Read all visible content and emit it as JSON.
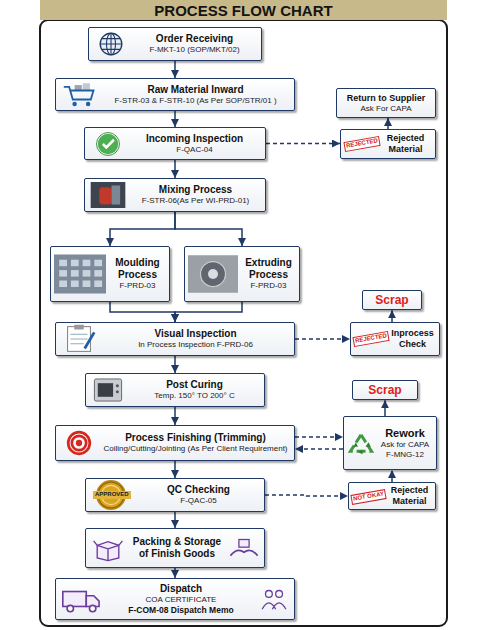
{
  "diagram": {
    "title": "PROCESS FLOW CHART",
    "nodes": [
      {
        "text": [
          "Order Receiving",
          "F-MKT-10 (SOP/MKT/02)"
        ]
      },
      {
        "text": [
          "Raw Material Inward",
          "F-STR-03 & F-STR-10 (As Per SOP/STR/01 )"
        ]
      },
      {
        "text": [
          "Return to Supplier",
          "Ask For CAPA"
        ]
      },
      {
        "text": [
          "Incoming Inspection",
          "F-QAC-04"
        ]
      },
      {
        "text": [
          "Rejected Material"
        ]
      },
      {
        "text": [
          "Mixing Process",
          "F-STR-06(As Per WI-PRD-01)"
        ]
      },
      {
        "text": [
          "Moulding Process",
          "F-PRD-03"
        ]
      },
      {
        "text": [
          "Extruding Process",
          "F-PRD-03"
        ]
      },
      {
        "text": [
          "Scrap"
        ]
      },
      {
        "text": [
          "Visual Inspection",
          "In Process Inspection F-PRD-06"
        ]
      },
      {
        "text": [
          "Inprocess Check"
        ]
      },
      {
        "text": [
          "Post Curing",
          "Temp. 150° TO 200° C"
        ]
      },
      {
        "text": [
          "Scrap"
        ]
      },
      {
        "text": [
          "Process Finishing (Trimming)",
          "Coiling/Cutting/Jointing (As Per Client Requirement)"
        ]
      },
      {
        "text": [
          "Rework",
          "Ask for CAPA",
          "F-MNG-12"
        ]
      },
      {
        "text": [
          "QC Checking",
          "F-QAC-05"
        ]
      },
      {
        "text": [
          "Rejected Material"
        ]
      },
      {
        "text": [
          "Packing & Storage of Finish Goods"
        ]
      },
      {
        "text": [
          "Dispatch",
          "COA CERTIFICATE",
          "F-COM-08 Dispatch Memo"
        ]
      }
    ],
    "edges": [
      {
        "from": 0,
        "to": 1,
        "arrow": "to"
      },
      {
        "from": 1,
        "to": 3,
        "arrow": "to"
      },
      {
        "from": 3,
        "to": 4,
        "arrow": "to"
      },
      {
        "from": 4,
        "to": 2,
        "arrow": "to"
      },
      {
        "from": 3,
        "to": 5,
        "arrow": "to"
      },
      {
        "from": 5,
        "to": 6,
        "arrow": "to"
      },
      {
        "from": 5,
        "to": 7,
        "arrow": "to"
      },
      {
        "from": 6,
        "to": 9,
        "arrow": "to"
      },
      {
        "from": 7,
        "to": 9,
        "arrow": "to"
      },
      {
        "from": 9,
        "to": 10,
        "arrow": "to"
      },
      {
        "from": 10,
        "to": 8,
        "arrow": "to"
      },
      {
        "from": 9,
        "to": 11,
        "arrow": "to"
      },
      {
        "from": 11,
        "to": 13,
        "arrow": "to"
      },
      {
        "from": 13,
        "to": 14,
        "arrow": "to"
      },
      {
        "from": 14,
        "to": 13,
        "arrow": "to"
      },
      {
        "from": 14,
        "to": 12,
        "arrow": "to"
      },
      {
        "from": 13,
        "to": 15,
        "arrow": "to"
      },
      {
        "from": 15,
        "to": 16,
        "arrow": "to"
      },
      {
        "from": 16,
        "to": 14,
        "arrow": "to"
      },
      {
        "from": 15,
        "to": 17,
        "arrow": "to"
      },
      {
        "from": 17,
        "to": 18,
        "arrow": "to"
      }
    ],
    "labels": [
      "REJECTED",
      "REJECTED",
      "APPROVED",
      "NOT OKAY"
    ]
  }
}
